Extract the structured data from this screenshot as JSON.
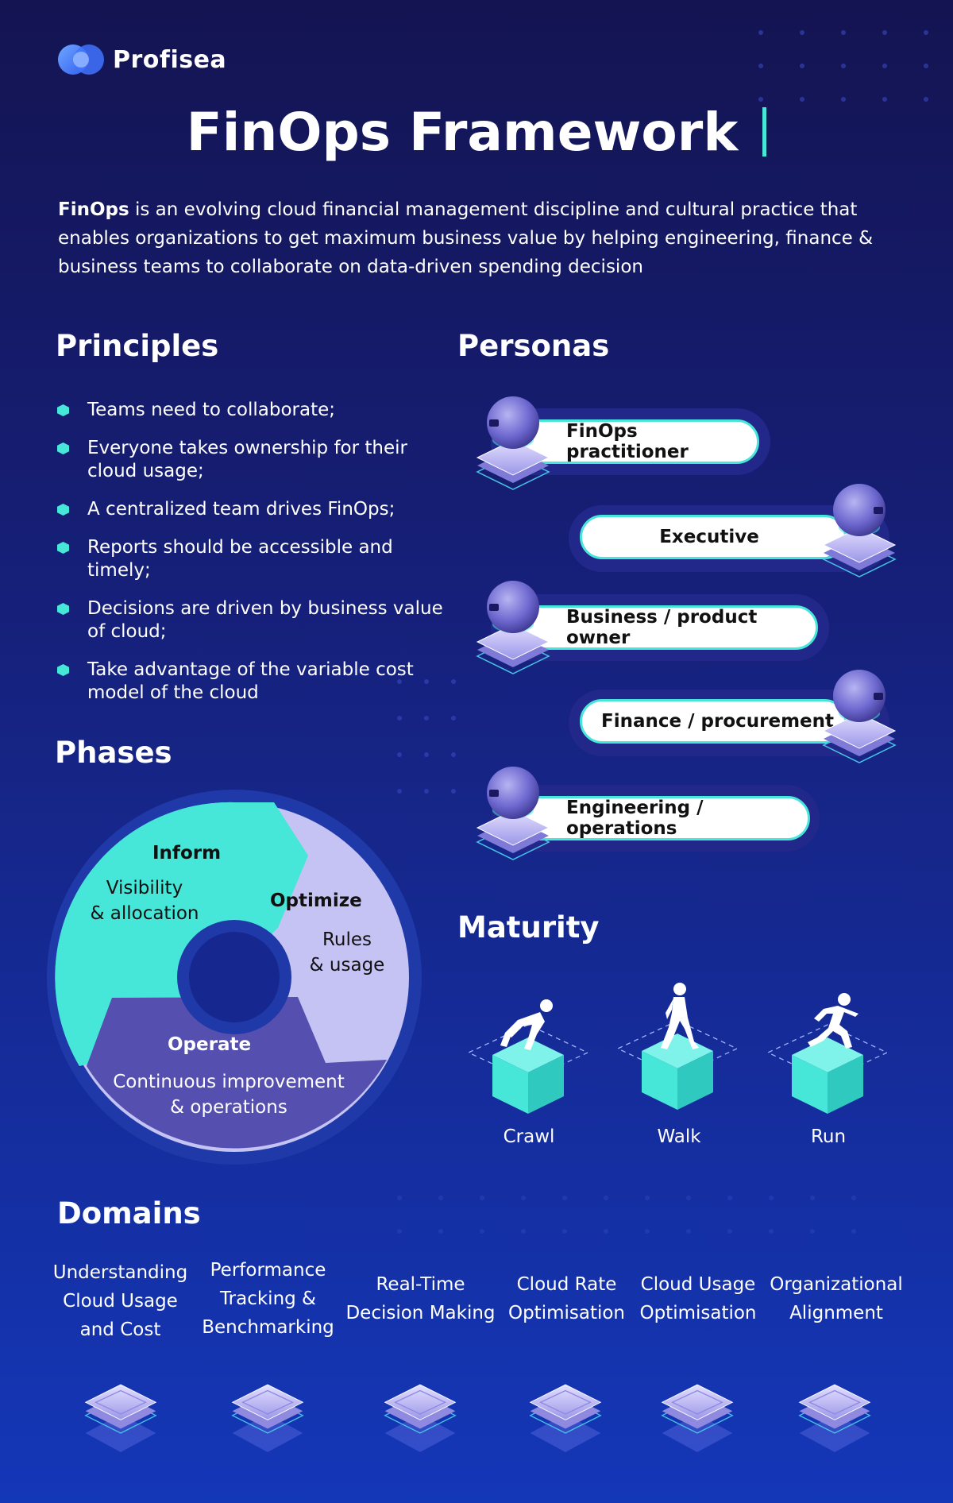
{
  "brand": {
    "name": "Profisea"
  },
  "title": "FinOps Framework",
  "intro": {
    "bold": "FinOps",
    "text": " is an evolving cloud financial management discipline and cultural practice that enables organizations to get maximum business value by helping engineering, finance & business teams to collaborate on data-driven spending decision"
  },
  "principles": {
    "heading": "Principles",
    "items": [
      "Teams need to collaborate;",
      "Everyone takes ownership for their cloud usage;",
      "A centralized team drives FinOps;",
      "Reports should be accessible and timely;",
      "Decisions are driven by business value of cloud;",
      "Take advantage of the variable cost model of the cloud"
    ]
  },
  "personas": {
    "heading": "Personas",
    "items": [
      "FinOps practitioner",
      "Executive",
      "Business / product owner",
      "Finance / procurement",
      "Engineering / operations"
    ]
  },
  "phases": {
    "heading": "Phases",
    "inform": {
      "title": "Inform",
      "l1": "Visibility",
      "l2": "& allocation"
    },
    "optimize": {
      "title": "Optimize",
      "l1": "Rules",
      "l2": "& usage"
    },
    "operate": {
      "title": "Operate",
      "l1": "Continuous improvement",
      "l2": "& operations"
    }
  },
  "maturity": {
    "heading": "Maturity",
    "stages": [
      "Crawl",
      "Walk",
      "Run"
    ]
  },
  "domains": {
    "heading": "Domains",
    "items": [
      [
        "Understanding",
        "Cloud Usage",
        "and Cost"
      ],
      [
        "Performance",
        "Tracking &",
        "Benchmarking"
      ],
      [
        "Real-Time",
        "Decision Making"
      ],
      [
        "Cloud Rate",
        "Optimisation"
      ],
      [
        "Cloud Usage",
        "Optimisation"
      ],
      [
        "Organizational",
        "Alignment"
      ]
    ]
  },
  "colors": {
    "accent": "#46e6d8",
    "lavender": "#c5c3f3",
    "operate": "#5550b0",
    "ringBorder": "#1f3aa8"
  }
}
